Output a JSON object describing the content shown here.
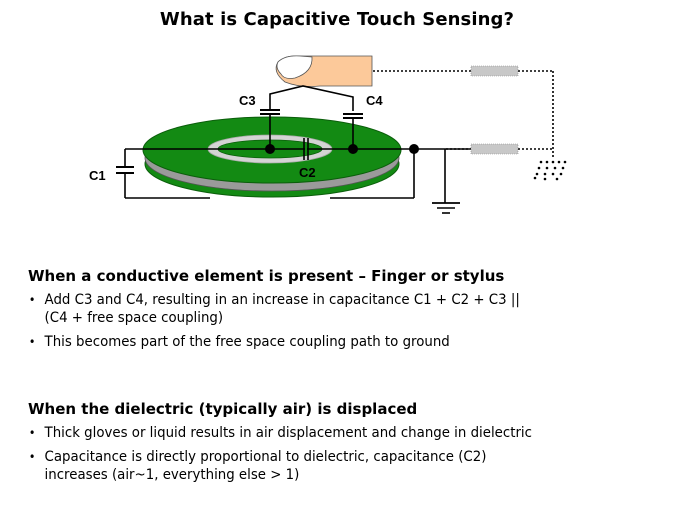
{
  "title": "What is Capacitive Touch Sensing?",
  "diagram": {
    "labels": {
      "c1": "C1",
      "c2": "C2",
      "c3": "C3",
      "c4": "C4"
    },
    "colors": {
      "pad_green": "#138a13",
      "pad_edge": "#0b5e0b",
      "substrate_gray": "#9a9a9a",
      "ring_gray": "#d4d4d4",
      "finger_skin": "#fcc99a",
      "nail": "#ffffff",
      "resistor_gray": "#c8c8c8",
      "wire": "#000000"
    },
    "components": [
      "finger",
      "sensor-pad",
      "capacitor-c1",
      "capacitor-c2",
      "capacitor-c3",
      "capacitor-c4",
      "earth-ground",
      "free-space-ground",
      "coupling-impedance-top",
      "coupling-impedance-bottom"
    ]
  },
  "sections": [
    {
      "heading": "When a conductive element is present – Finger or stylus",
      "bullets": [
        {
          "line1": "Add C3 and C4, resulting in an increase in capacitance C1 + C2 + C3 ||",
          "line2": "(C4 + free space coupling)"
        },
        {
          "line1": "This becomes part of the free space coupling path to ground",
          "line2": ""
        }
      ]
    },
    {
      "heading": "When the dielectric (typically air) is displaced",
      "bullets": [
        {
          "line1": "Thick gloves or liquid results in air displacement and change in dielectric",
          "line2": ""
        },
        {
          "line1": "Capacitance is directly proportional to dielectric, capacitance (C2)",
          "line2": "increases (air~1, everything else > 1)"
        }
      ]
    }
  ],
  "bullet_glyph": "•"
}
